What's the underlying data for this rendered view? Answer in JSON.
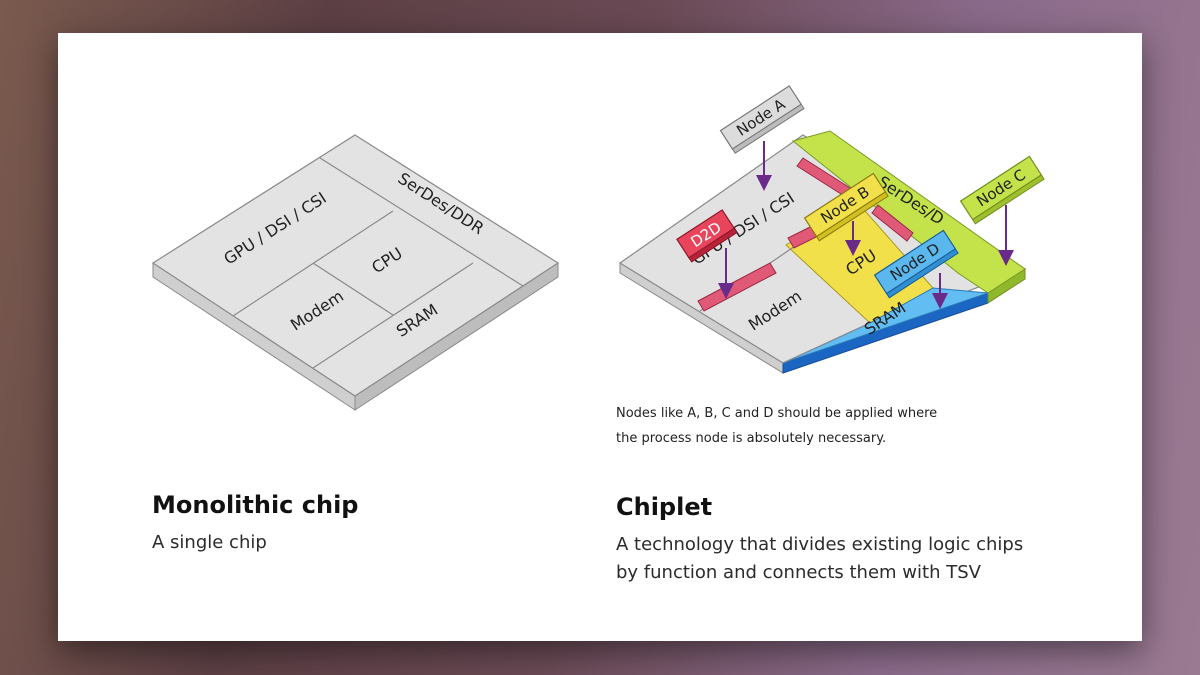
{
  "monolithic": {
    "title": "Monolithic chip",
    "subtitle": "A single chip",
    "blocks": {
      "gpu": "GPU / DSI / CSI",
      "serdes": "SerDes/DDR",
      "cpu": "CPU",
      "modem": "Modem",
      "sram": "SRAM"
    }
  },
  "chiplet": {
    "title": "Chiplet",
    "subtitle_line1": "A technology that divides existing logic chips",
    "subtitle_line2": "by function and connects them with TSV",
    "note_line1": "Nodes like A, B, C and D should be applied where",
    "note_line2": "the process node is absolutely necessary.",
    "blocks": {
      "gpu": "GPU / DSI / CSI",
      "serdes": "SerDes/D",
      "cpu": "CPU",
      "modem": "Modem",
      "sram": "SRAM",
      "d2d": "D2D"
    },
    "nodes": {
      "a": "Node A",
      "b": "Node B",
      "c": "Node C",
      "d": "Node D"
    }
  },
  "colors": {
    "chip_gray": "#e2e2e2",
    "d2d_red": "#e8455d",
    "node_b_yellow": "#f2e04a",
    "node_c_green": "#c4e34b",
    "node_d_blue": "#5bb8ee",
    "sram_blue": "#62bdf2",
    "arrow_purple": "#6a2a8a",
    "tsv_pink": "#e05a78"
  }
}
